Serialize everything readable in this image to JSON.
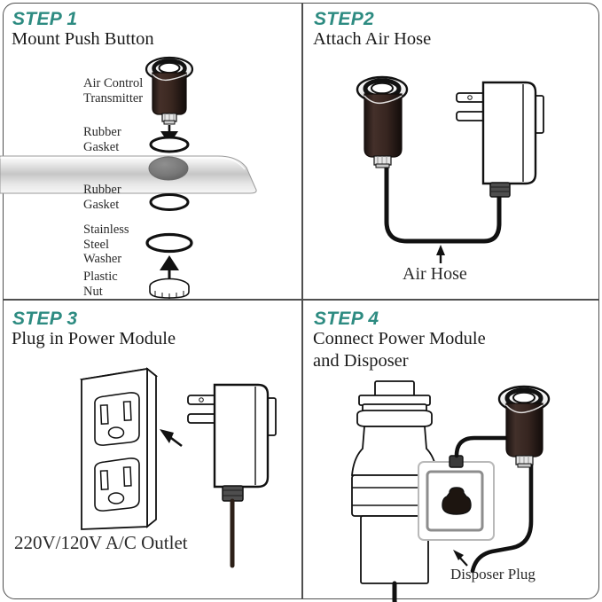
{
  "document": {
    "title": "Air Switch Installation Steps",
    "type": "instruction-diagram",
    "panel_count": 4,
    "accent_color": "#2d8b81",
    "line_color": "#1b1b1b",
    "background": "#ffffff"
  },
  "steps": [
    {
      "id": "step-1",
      "number_label": "STEP 1",
      "title": "Mount Push Button",
      "parts": [
        {
          "name": "air-control-transmitter",
          "label": "Air Control\nTransmitter"
        },
        {
          "name": "rubber-gasket-top",
          "label": "Rubber\nGasket"
        },
        {
          "name": "rubber-gasket-bottom",
          "label": "Rubber\nGasket"
        },
        {
          "name": "stainless-steel-washer",
          "label": "Stainless\nSteel\nWasher"
        },
        {
          "name": "plastic-nut",
          "label": "Plastic\nNut"
        }
      ]
    },
    {
      "id": "step-2",
      "number_label": "STEP2",
      "title": "Attach Air Hose",
      "captions": [
        {
          "name": "air-hose",
          "label": "Air Hose"
        }
      ]
    },
    {
      "id": "step-3",
      "number_label": "STEP 3",
      "title": "Plug in Power Module",
      "captions": [
        {
          "name": "ac-outlet",
          "label": "220V/120V A/C Outlet"
        }
      ]
    },
    {
      "id": "step-4",
      "number_label": "STEP 4",
      "title": "Connect Power Module\nand Disposer",
      "captions": [
        {
          "name": "disposer-plug",
          "label": "Disposer Plug"
        }
      ]
    }
  ]
}
